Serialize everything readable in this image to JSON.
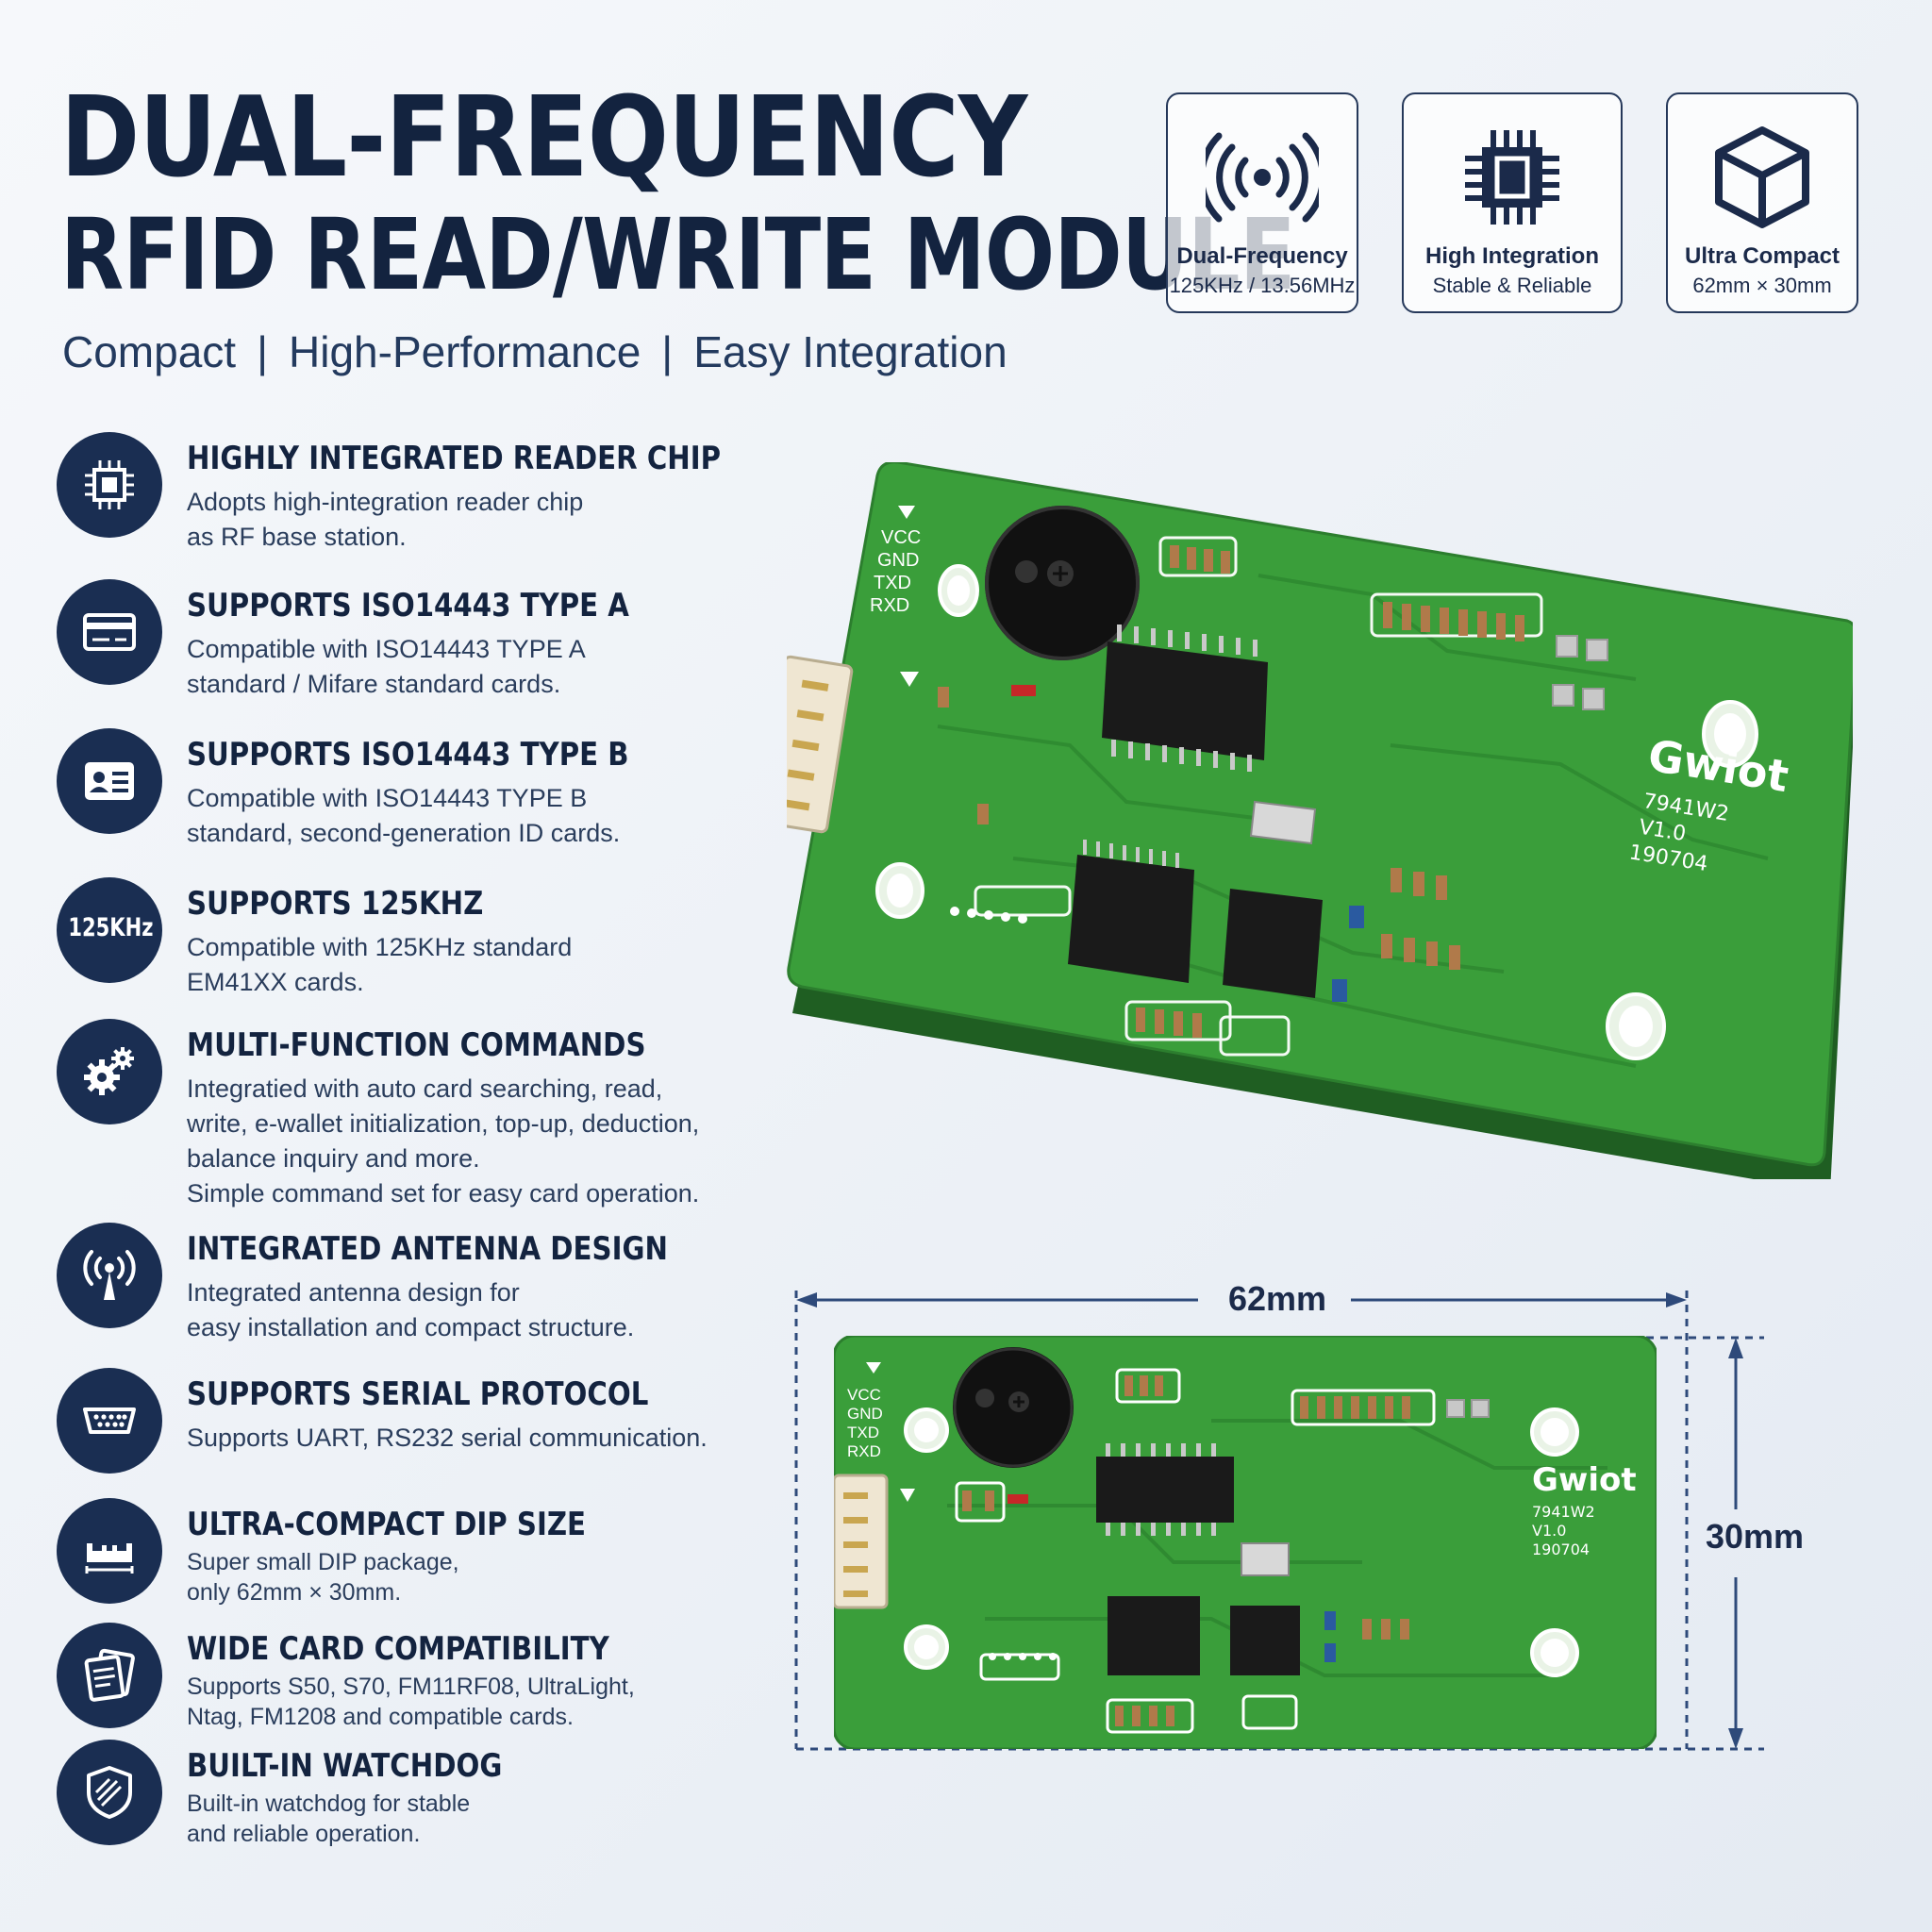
{
  "header": {
    "title_line1": "DUAL-FREQUENCY",
    "title_line2": "RFID READ/WRITE MODULE",
    "subtitle_parts": [
      "Compact",
      "High-Performance",
      "Easy Integration"
    ],
    "subtitle_separator": "|"
  },
  "badges": [
    {
      "title": "Dual-Frequency",
      "subtitle": "125KHz / 13.56MHz",
      "icon": "wireless-signal-icon"
    },
    {
      "title": "High Integration",
      "subtitle": "Stable & Reliable",
      "icon": "chip-icon"
    },
    {
      "title": "Ultra Compact",
      "subtitle": "62mm × 30mm",
      "icon": "cube-icon"
    }
  ],
  "features": [
    {
      "icon": "chip-icon",
      "title": "HIGHLY INTEGRATED READER CHIP",
      "desc": "Adopts high-integration reader chip\nas RF base station."
    },
    {
      "icon": "card-icon",
      "title": "SUPPORTS ISO14443 TYPE A",
      "desc": "Compatible with ISO14443 TYPE A\nstandard / Mifare standard cards."
    },
    {
      "icon": "id-card-icon",
      "title": "SUPPORTS ISO14443 TYPE B",
      "desc": "Compatible with ISO14443 TYPE B\nstandard, second-generation ID cards."
    },
    {
      "icon": "125khz-label-icon",
      "icon_text": "125KHz",
      "title": "SUPPORTS 125KHZ",
      "desc": "Compatible with 125KHz standard\nEM41XX cards."
    },
    {
      "icon": "gears-icon",
      "title": "MULTI-FUNCTION COMMANDS",
      "desc": "Integratied with auto card searching, read,\nwrite, e-wallet initialization, top-up, deduction,\nbalance inquiry and more.\nSimple command set for easy card operation."
    },
    {
      "icon": "antenna-icon",
      "title": "INTEGRATED ANTENNA DESIGN",
      "desc": "Integrated antenna design for\neasy installation and compact structure."
    },
    {
      "icon": "serial-port-icon",
      "title": "SUPPORTS SERIAL PROTOCOL",
      "desc": "Supports UART, RS232 serial communication."
    },
    {
      "icon": "dip-package-icon",
      "title": "ULTRA-COMPACT DIP SIZE",
      "desc": "Super small DIP package,\nonly 62mm × 30mm."
    },
    {
      "icon": "documents-icon",
      "title": "WIDE CARD COMPATIBILITY",
      "desc": "Supports S50, S70, FM11RF08, UltraLight,\nNtag, FM1208 and compatible cards."
    },
    {
      "icon": "shield-icon",
      "title": "BUILT-IN WATCHDOG",
      "desc": "Built-in watchdog for stable\nand reliable operation."
    }
  ],
  "board": {
    "brand": "Gwiot",
    "model": "7941W2",
    "version": "V1.0",
    "date": "190704",
    "pins": [
      "VCC",
      "GND",
      "TXD",
      "RXD"
    ],
    "pcb_color": "#3a9e3a"
  },
  "dimensions": {
    "width": "62mm",
    "height": "30mm"
  },
  "colors": {
    "navy": "#1a2e52",
    "text": "#13233f"
  }
}
